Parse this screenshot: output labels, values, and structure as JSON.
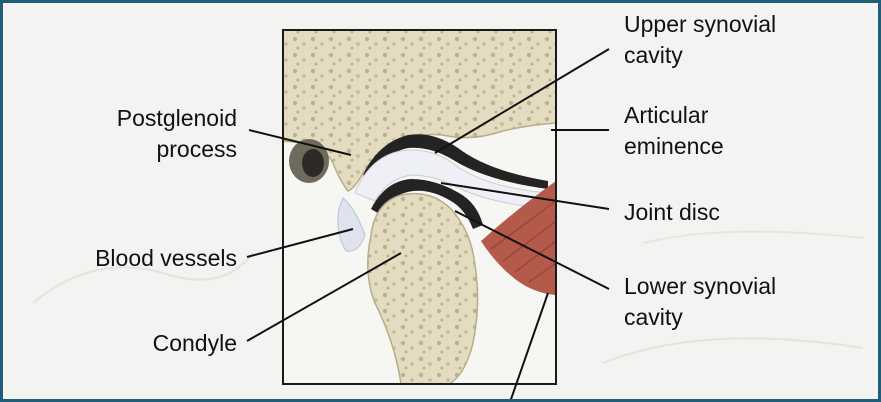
{
  "labels": {
    "upper_synovial_cavity": [
      "Upper synovial",
      "cavity"
    ],
    "postglenoid_process": [
      "Postglenoid",
      "process"
    ],
    "articular_eminence": [
      "Articular",
      "eminence"
    ],
    "joint_disc": "Joint disc",
    "blood_vessels": "Blood vessels",
    "lower_synovial_cavity": [
      "Lower synovial",
      "cavity"
    ],
    "condyle": "Condyle"
  },
  "colors": {
    "frame_border": "#1f5d78",
    "bone": "#e4dcc0",
    "bone_shadow": "#c9bd98",
    "marrow_spots": "#b9ad86",
    "cavity_dark": "#232323",
    "disc": "#eef0f6",
    "muscle": "#b35a4a",
    "leader_line": "#111111"
  }
}
